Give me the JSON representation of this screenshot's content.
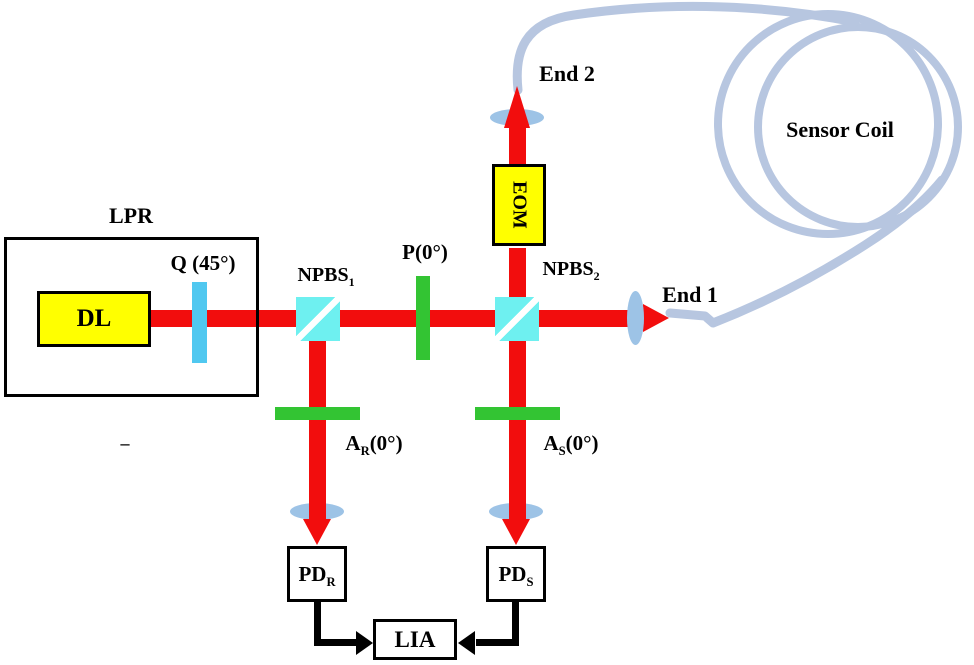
{
  "colors": {
    "beam-red": "#f20d0d",
    "cube-cyan": "#6ef0f0",
    "plate-blue": "#50c8f0",
    "polarizer-green": "#33c433",
    "device-yellow": "#ffff00",
    "lens-blue": "#9dc3e6",
    "fiber-blue": "#b7c6e0",
    "line-black": "#000000"
  },
  "labels": {
    "lpr": "LPR",
    "dl": "DL",
    "q_waveplate": "Q (45°)",
    "npbs1": {
      "pre": "NPBS",
      "sub": "1"
    },
    "npbs2": {
      "pre": "NPBS",
      "sub": "2"
    },
    "polarizer": "P(0°)",
    "eom": "EOM",
    "end1": "End 1",
    "end2": "End 2",
    "sensor_coil": "Sensor Coil",
    "analyzer_r": {
      "pre": "A",
      "sub": "R",
      "post": "(0°)"
    },
    "analyzer_s": {
      "pre": "A",
      "sub": "S",
      "post": "(0°)"
    },
    "pd_r": {
      "pre": "PD",
      "sub": "R"
    },
    "pd_s": {
      "pre": "PD",
      "sub": "S"
    },
    "lia": "LIA",
    "dash": "–"
  }
}
